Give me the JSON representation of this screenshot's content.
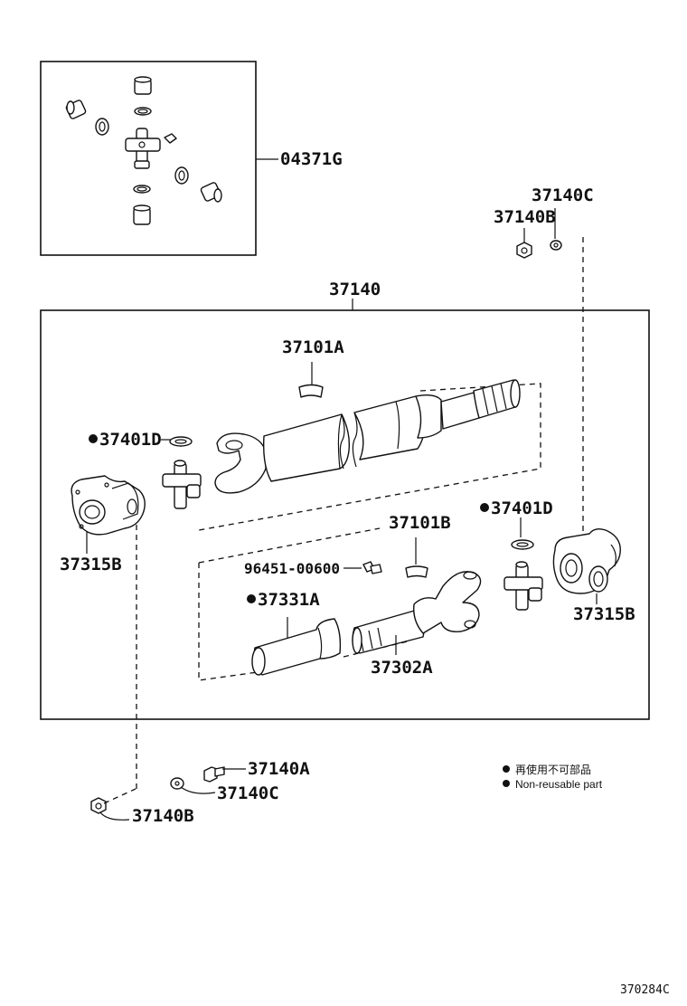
{
  "labels": {
    "p04371g": "04371G",
    "p37140c_top": "37140C",
    "p37140b_top": "37140B",
    "p37140": "37140",
    "p37101a": "37101A",
    "p37401d_left": "37401D",
    "p37315b_left": "37315B",
    "p37401d_right": "37401D",
    "p37101b": "37101B",
    "p96451": "96451-00600",
    "p37331a": "37331A",
    "p37302a": "37302A",
    "p37315b_right": "37315B",
    "p37140a": "37140A",
    "p37140c_bot": "37140C",
    "p37140b_bot": "37140B"
  },
  "legend": {
    "line1": "再使用不可部品",
    "line2": "Non-reusable part"
  },
  "drawing_code": "370284C",
  "icons": {
    "non_reusable_marker": "filled-dot-icon"
  }
}
